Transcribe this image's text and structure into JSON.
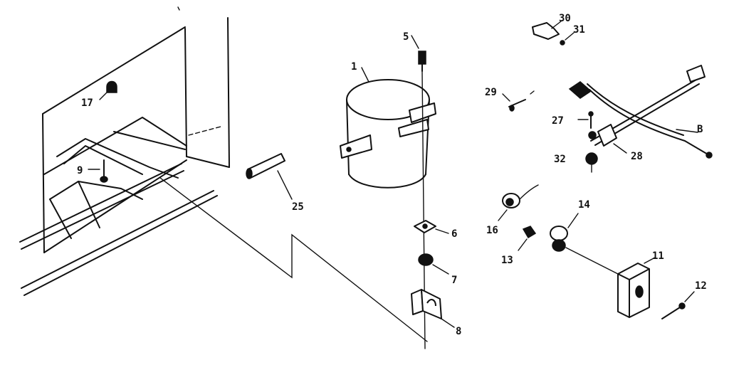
{
  "diagram": {
    "callouts": [
      {
        "id": "label-1",
        "text": "1"
      },
      {
        "id": "label-5",
        "text": "5"
      },
      {
        "id": "label-6",
        "text": "6"
      },
      {
        "id": "label-7",
        "text": "7"
      },
      {
        "id": "label-8",
        "text": "8"
      },
      {
        "id": "label-9",
        "text": "9"
      },
      {
        "id": "label-11",
        "text": "11"
      },
      {
        "id": "label-12",
        "text": "12"
      },
      {
        "id": "label-13",
        "text": "13"
      },
      {
        "id": "label-14",
        "text": "14"
      },
      {
        "id": "label-16",
        "text": "16"
      },
      {
        "id": "label-17",
        "text": "17"
      },
      {
        "id": "label-25",
        "text": "25"
      },
      {
        "id": "label-27",
        "text": "27"
      },
      {
        "id": "label-28",
        "text": "28"
      },
      {
        "id": "label-29",
        "text": "29"
      },
      {
        "id": "label-30",
        "text": "30"
      },
      {
        "id": "label-31",
        "text": "31"
      },
      {
        "id": "label-32",
        "text": "32"
      },
      {
        "id": "label-B",
        "text": "B"
      }
    ]
  },
  "colors": {
    "ink": "#111111",
    "paper": "#ffffff"
  }
}
